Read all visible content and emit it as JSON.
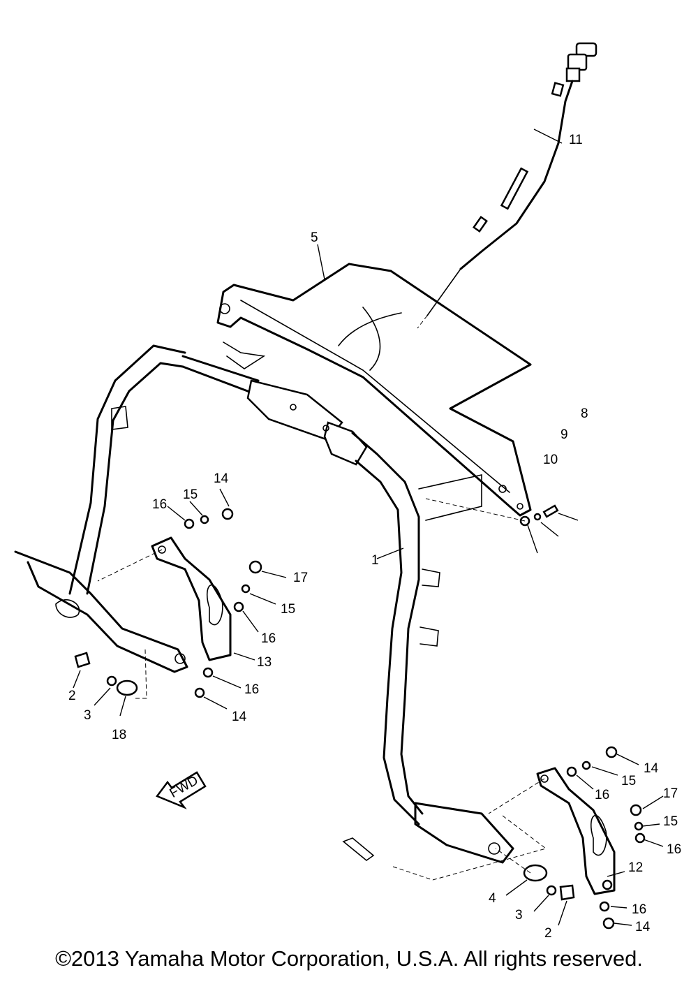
{
  "callouts": [
    {
      "id": "c-11",
      "label": "11"
    },
    {
      "id": "c-5",
      "label": "5"
    },
    {
      "id": "c-8",
      "label": "8"
    },
    {
      "id": "c-9",
      "label": "9"
    },
    {
      "id": "c-10",
      "label": "10"
    },
    {
      "id": "c-1",
      "label": "1"
    },
    {
      "id": "c-14a",
      "label": "14"
    },
    {
      "id": "c-15a",
      "label": "15"
    },
    {
      "id": "c-16a",
      "label": "16"
    },
    {
      "id": "c-17a",
      "label": "17"
    },
    {
      "id": "c-15b",
      "label": "15"
    },
    {
      "id": "c-16b",
      "label": "16"
    },
    {
      "id": "c-13",
      "label": "13"
    },
    {
      "id": "c-16c",
      "label": "16"
    },
    {
      "id": "c-14b",
      "label": "14"
    },
    {
      "id": "c-2a",
      "label": "2"
    },
    {
      "id": "c-3a",
      "label": "3"
    },
    {
      "id": "c-18",
      "label": "18"
    },
    {
      "id": "c-14c",
      "label": "14"
    },
    {
      "id": "c-15c",
      "label": "15"
    },
    {
      "id": "c-16d",
      "label": "16"
    },
    {
      "id": "c-17b",
      "label": "17"
    },
    {
      "id": "c-15d",
      "label": "15"
    },
    {
      "id": "c-16e",
      "label": "16"
    },
    {
      "id": "c-12",
      "label": "12"
    },
    {
      "id": "c-16f",
      "label": "16"
    },
    {
      "id": "c-14d",
      "label": "14"
    },
    {
      "id": "c-4",
      "label": "4"
    },
    {
      "id": "c-3b",
      "label": "3"
    },
    {
      "id": "c-2b",
      "label": "2"
    }
  ],
  "direction_label": "FWD",
  "copyright": "©2013 Yamaha Motor Corporation, U.S.A. All rights reserved."
}
